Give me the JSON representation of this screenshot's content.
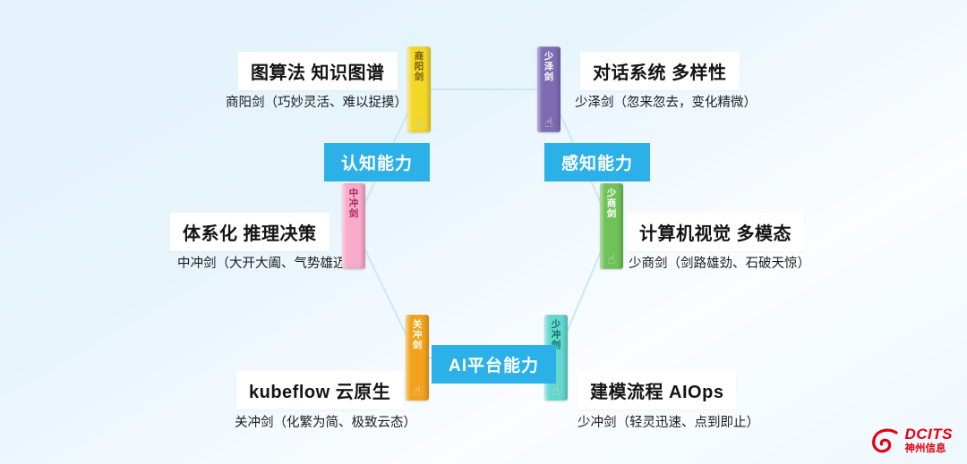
{
  "capabilities": {
    "cognitive": "认知能力",
    "perception": "感知能力",
    "platform": "AI平台能力"
  },
  "nodes": [
    {
      "title": "图算法 知识图谱",
      "subtitle": "商阳剑（巧妙灵活、难以捉摸）",
      "sword_label": "商阳剑",
      "sword_color": "#f3d829",
      "sword_text_color": "#7a5c05"
    },
    {
      "title": "对话系统 多样性",
      "subtitle": "少泽剑（忽来忽去，变化精微）",
      "sword_label": "少泽剑",
      "sword_color": "#7d6cb4",
      "sword_text_color": "#ffffff"
    },
    {
      "title": "体系化 推理决策",
      "subtitle": "中冲剑（大开大阖、气势雄迈）",
      "sword_label": "中冲剑",
      "sword_color": "#f9abca",
      "sword_text_color": "#a62a5c"
    },
    {
      "title": "计算机视觉 多模态",
      "subtitle": "少商剑（剑路雄劲、石破天惊）",
      "sword_label": "少商剑",
      "sword_color": "#6ec258",
      "sword_text_color": "#ffffff"
    },
    {
      "title": "kubeflow 云原生",
      "subtitle": "关冲剑（化繁为简、极致云态）",
      "sword_label": "关冲剑",
      "sword_color": "#f2a31c",
      "sword_text_color": "#ffffff"
    },
    {
      "title": "建模流程 AIOps",
      "subtitle": "少冲剑（轻灵迅速、点到即止）",
      "sword_label": "少冲剑",
      "sword_color": "#63d8cf",
      "sword_text_color": "#0c6e66"
    }
  ],
  "icons": {
    "hand": "☝"
  },
  "colors": {
    "capability_bg": "#2bb0e8",
    "hexagon_stroke": "#c9e8f7"
  },
  "logo": {
    "brand": "DCITS",
    "company": "神州信息",
    "color": "#e60012"
  }
}
